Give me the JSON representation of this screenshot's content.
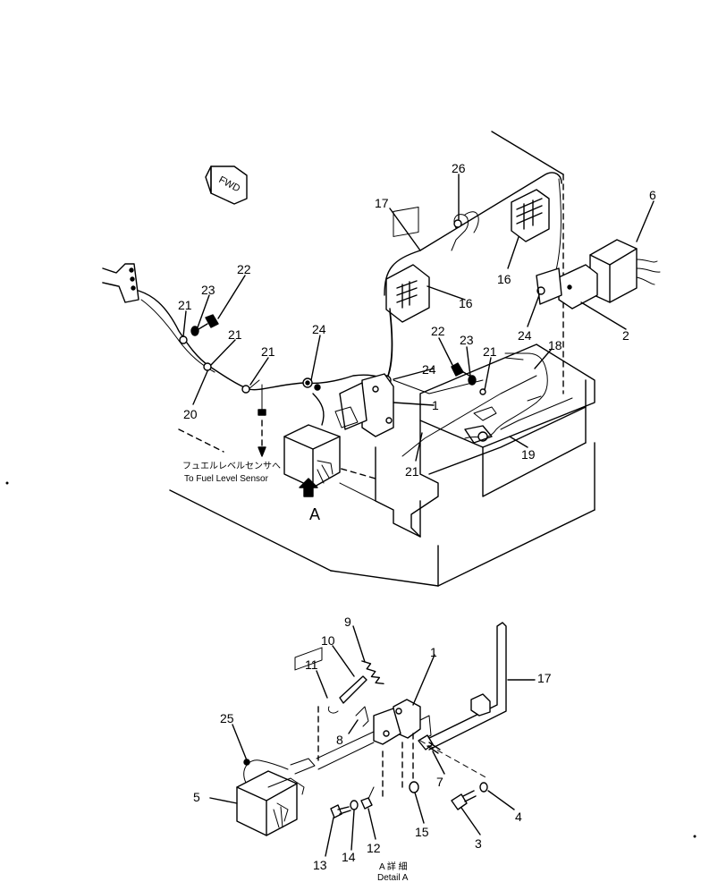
{
  "fwd_label": "FWD",
  "note": {
    "line1": "フュエルレベルセンサへ",
    "line2": "To Fuel Level Sensor"
  },
  "view_marker": "A",
  "detail": {
    "line1": "A 詳 細",
    "line2": "Detail A"
  },
  "callouts": {
    "upper": {
      "c1": "1",
      "c2": "2",
      "c6": "6",
      "c16a": "16",
      "c16b": "16",
      "c17": "17",
      "c18": "18",
      "c19": "19",
      "c20": "20",
      "c21a": "21",
      "c21b": "21",
      "c21c": "21",
      "c21d": "21",
      "c21e": "21",
      "c22a": "22",
      "c22b": "22",
      "c23a": "23",
      "c23b": "23",
      "c24a": "24",
      "c24b": "24",
      "c24c": "24",
      "c26": "26"
    },
    "lower": {
      "c1": "1",
      "c3": "3",
      "c4": "4",
      "c5": "5",
      "c7": "7",
      "c8": "8",
      "c9": "9",
      "c10": "10",
      "c11": "11",
      "c12": "12",
      "c13": "13",
      "c14": "14",
      "c15": "15",
      "c17": "17",
      "c25": "25"
    }
  }
}
